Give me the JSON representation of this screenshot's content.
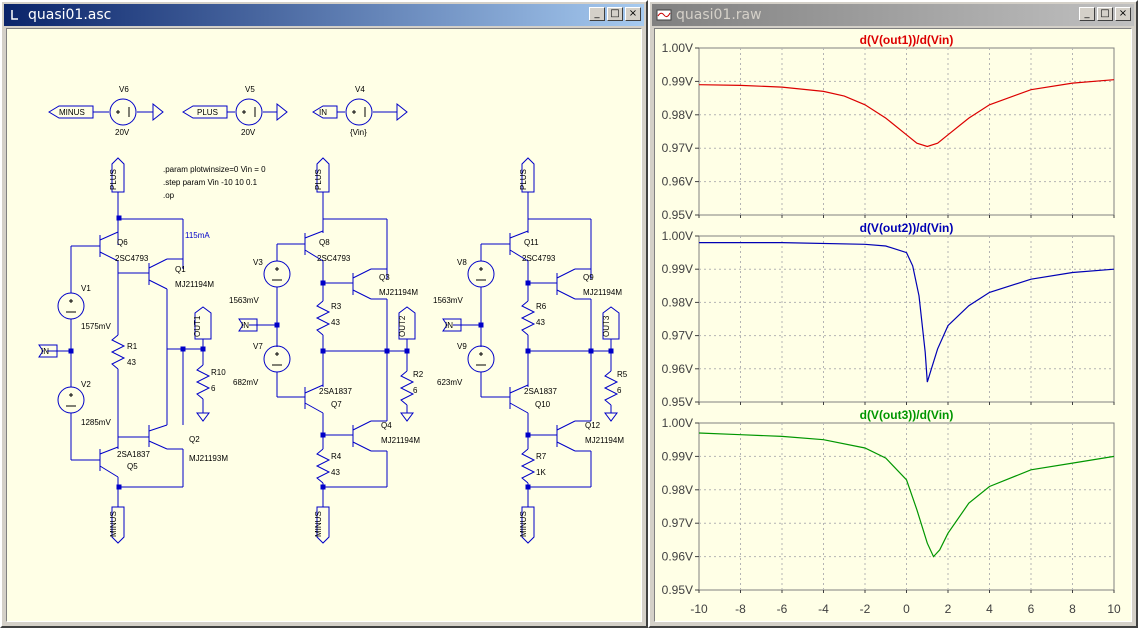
{
  "schematic_window": {
    "title": "quasi01.asc",
    "buttons": {
      "minimize": "_",
      "maximize": "□",
      "close": "×"
    },
    "directive": [
      ".param plotwinsize=0 Vin = 0",
      ".step param Vin -10 10 0.1",
      ".op"
    ],
    "current_annotation": "115mA",
    "nets": {
      "minus": "MINUS",
      "plus": "PLUS",
      "in": "IN",
      "out1": "OUT1",
      "out2": "OUT2",
      "out3": "OUT3"
    },
    "sources": {
      "v6": {
        "name": "V6",
        "value": "20V"
      },
      "v5": {
        "name": "V5",
        "value": "20V"
      },
      "v4": {
        "name": "V4",
        "value": "{Vin}"
      }
    },
    "stage1": {
      "v1": "V1",
      "v1_val": "1575mV",
      "v2": "V2",
      "v2_val": "1285mV",
      "q6": "Q6",
      "q6_part": "2SC4793",
      "q1": "Q1",
      "q1_part": "MJ21194M",
      "r1": "R1",
      "r1_val": "43",
      "r10": "R10",
      "r10_val": "6",
      "q5": "Q5",
      "q5_part": "2SA1837",
      "q2": "Q2",
      "q2_part": "MJ21193M"
    },
    "stage2": {
      "v3": "V3",
      "v3_val": "1563mV",
      "v7": "V7",
      "v7_val": "682mV",
      "q8": "Q8",
      "q8_part": "2SC4793",
      "q3": "Q3",
      "q3_part": "MJ21194M",
      "r3": "R3",
      "r3_val": "43",
      "r2": "R2",
      "r2_val": "6",
      "q7": "Q7",
      "q7_part": "2SA1837",
      "q4": "Q4",
      "q4_part": "MJ21194M",
      "r4": "R4",
      "r4_val": "43"
    },
    "stage3": {
      "v8": "V8",
      "v8_val": "1563mV",
      "v9": "V9",
      "v9_val": "623mV",
      "q11": "Q11",
      "q11_part": "2SC4793",
      "q9": "Q9",
      "q9_part": "MJ21194M",
      "r6": "R6",
      "r6_val": "43",
      "r5": "R5",
      "r5_val": "6",
      "q10": "Q10",
      "q10_part": "2SA1837",
      "q12": "Q12",
      "q12_part": "MJ21194M",
      "r7": "R7",
      "r7_val": "1K"
    },
    "colors": {
      "wire": "#0000c8",
      "background": "#ffffe6"
    }
  },
  "waveform_window": {
    "title": "quasi01.raw",
    "buttons": {
      "minimize": "_",
      "maximize": "□",
      "close": "×"
    },
    "x_ticks": [
      "-10",
      "-8",
      "-6",
      "-4",
      "-2",
      "0",
      "2",
      "4",
      "6",
      "8",
      "10"
    ]
  },
  "chart_data": [
    {
      "type": "line",
      "title": "d(V(out1))/d(Vin)",
      "color": "#dc0000",
      "xlim": [
        -10,
        10
      ],
      "ylim": [
        0.95,
        1.0
      ],
      "yticks": [
        "1.00V",
        "0.99V",
        "0.98V",
        "0.97V",
        "0.96V",
        "0.95V"
      ],
      "grid": true,
      "x": [
        -10,
        -8,
        -6,
        -4,
        -3,
        -2,
        -1,
        0,
        0.5,
        1,
        1.5,
        2,
        3,
        4,
        6,
        8,
        10
      ],
      "values": [
        0.989,
        0.9888,
        0.9883,
        0.987,
        0.9856,
        0.983,
        0.979,
        0.974,
        0.9715,
        0.9705,
        0.9715,
        0.974,
        0.979,
        0.983,
        0.9875,
        0.9895,
        0.9905
      ]
    },
    {
      "type": "line",
      "title": "d(V(out2))/d(Vin)",
      "color": "#0000b4",
      "xlim": [
        -10,
        10
      ],
      "ylim": [
        0.95,
        1.0
      ],
      "yticks": [
        "1.00V",
        "0.99V",
        "0.98V",
        "0.97V",
        "0.96V",
        "0.95V"
      ],
      "grid": true,
      "x": [
        -10,
        -6,
        -2,
        -1,
        0,
        0.3,
        0.6,
        0.9,
        1.0,
        1.2,
        1.5,
        2,
        3,
        4,
        6,
        8,
        10
      ],
      "values": [
        0.998,
        0.998,
        0.9975,
        0.997,
        0.995,
        0.991,
        0.982,
        0.965,
        0.956,
        0.96,
        0.966,
        0.973,
        0.979,
        0.983,
        0.987,
        0.989,
        0.99
      ]
    },
    {
      "type": "line",
      "title": "d(V(out3))/d(Vin)",
      "color": "#009600",
      "xlim": [
        -10,
        10
      ],
      "ylim": [
        0.95,
        1.0
      ],
      "yticks": [
        "1.00V",
        "0.99V",
        "0.98V",
        "0.97V",
        "0.96V",
        "0.95V"
      ],
      "grid": true,
      "x": [
        -10,
        -8,
        -6,
        -4,
        -2,
        -1,
        0,
        0.5,
        1,
        1.3,
        1.6,
        2,
        3,
        4,
        6,
        8,
        10
      ],
      "values": [
        0.997,
        0.9965,
        0.996,
        0.995,
        0.9925,
        0.9895,
        0.983,
        0.974,
        0.964,
        0.96,
        0.962,
        0.967,
        0.976,
        0.981,
        0.986,
        0.988,
        0.99
      ]
    }
  ]
}
